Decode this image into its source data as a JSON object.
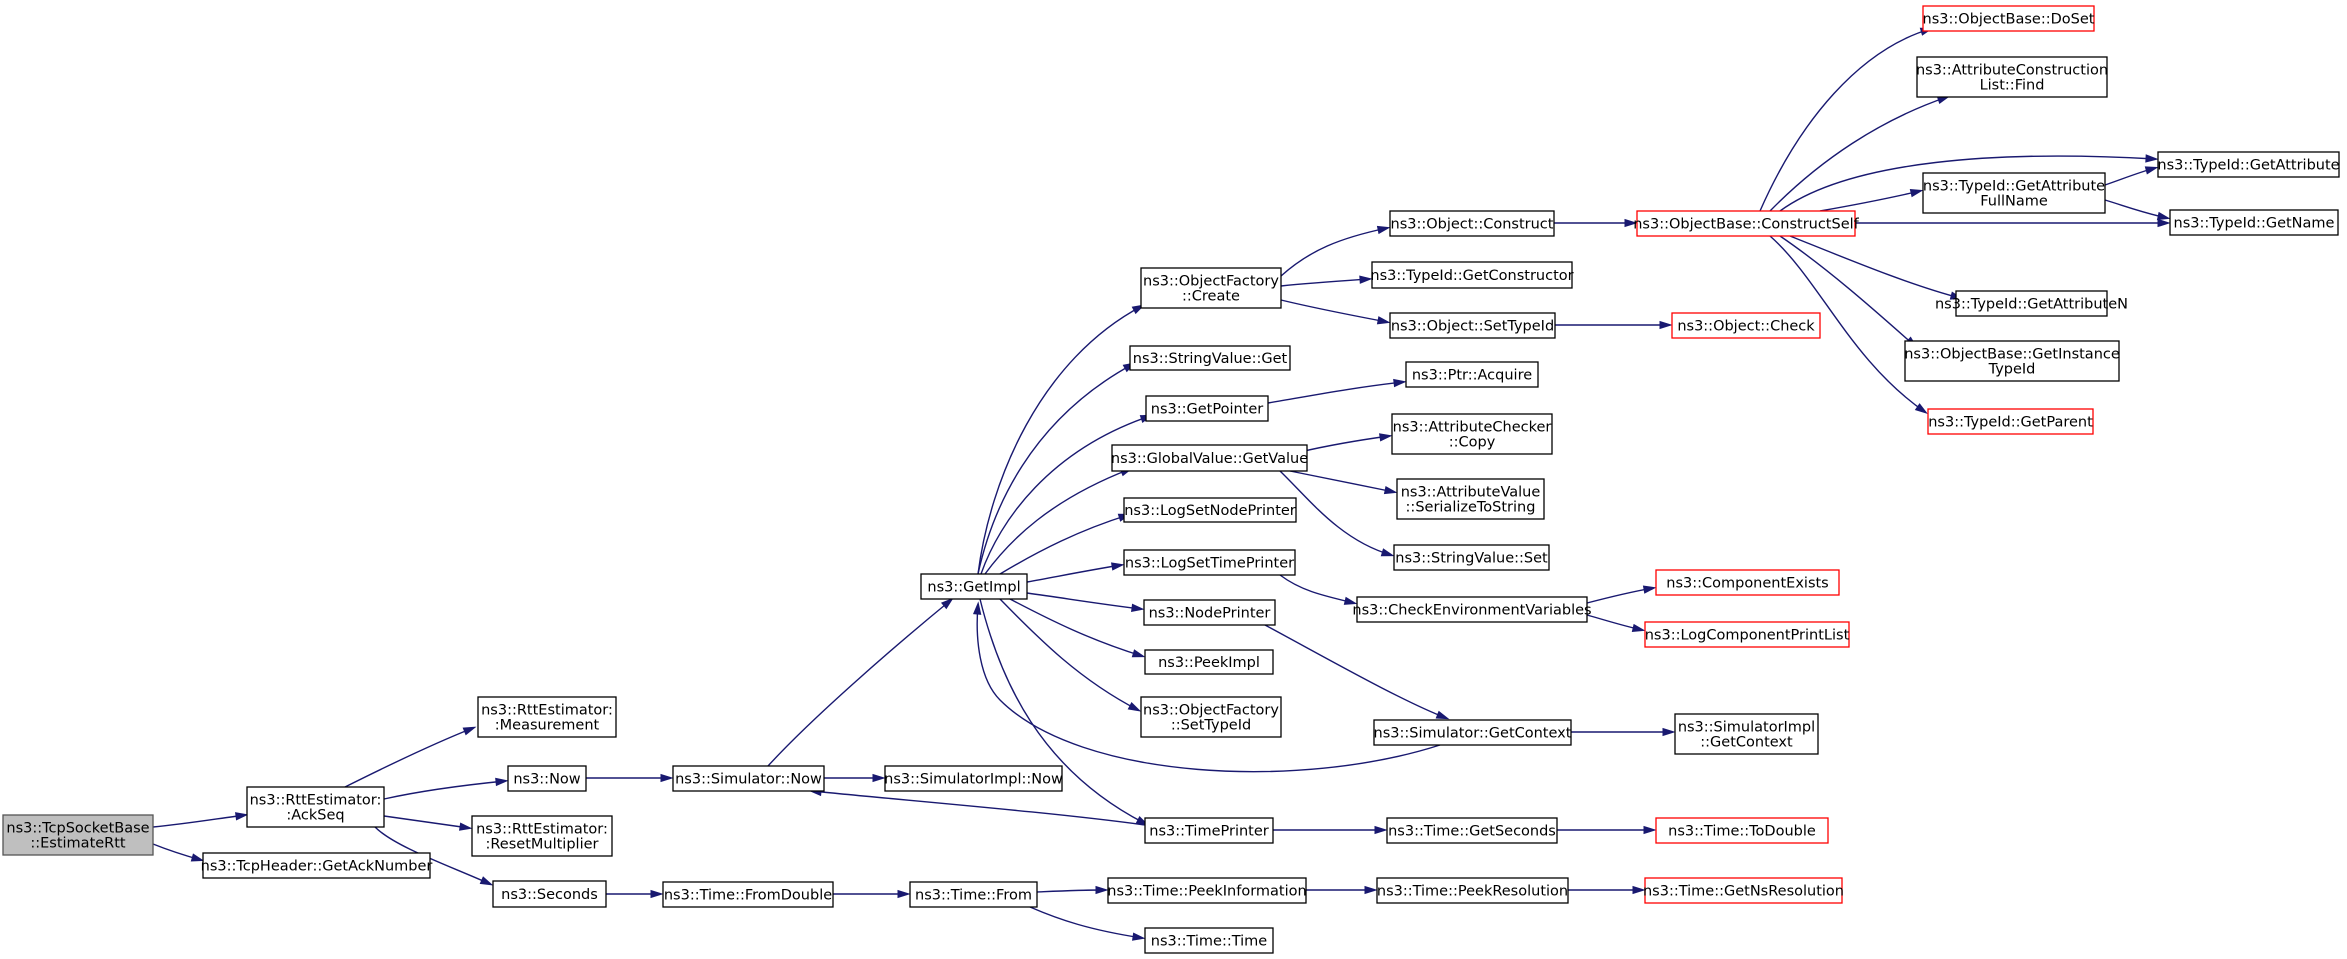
{
  "nodes": [
    {
      "id": "root",
      "lines": [
        "ns3::TcpSocketBase",
        "::EstimateRtt"
      ],
      "kind": "root"
    },
    {
      "id": "ackseq",
      "lines": [
        "ns3::RttEstimator:",
        ":AckSeq"
      ]
    },
    {
      "id": "tcphdr",
      "lines": [
        "ns3::TcpHeader::GetAckNumber"
      ]
    },
    {
      "id": "meas",
      "lines": [
        "ns3::RttEstimator:",
        ":Measurement"
      ]
    },
    {
      "id": "now",
      "lines": [
        "ns3::Now"
      ]
    },
    {
      "id": "resetmul",
      "lines": [
        "ns3::RttEstimator:",
        ":ResetMultiplier"
      ]
    },
    {
      "id": "seconds",
      "lines": [
        "ns3::Seconds"
      ]
    },
    {
      "id": "simnow",
      "lines": [
        "ns3::Simulator::Now"
      ]
    },
    {
      "id": "fromdouble",
      "lines": [
        "ns3::Time::FromDouble"
      ]
    },
    {
      "id": "simimplnow",
      "lines": [
        "ns3::SimulatorImpl::Now"
      ]
    },
    {
      "id": "getimpl",
      "lines": [
        "ns3::GetImpl"
      ]
    },
    {
      "id": "timefrom",
      "lines": [
        "ns3::Time::From"
      ]
    },
    {
      "id": "ofcreate",
      "lines": [
        "ns3::ObjectFactory",
        "::Create"
      ]
    },
    {
      "id": "svget",
      "lines": [
        "ns3::StringValue::Get"
      ]
    },
    {
      "id": "getpointer",
      "lines": [
        "ns3::GetPointer"
      ]
    },
    {
      "id": "gvgetvalue",
      "lines": [
        "ns3::GlobalValue::GetValue"
      ]
    },
    {
      "id": "logsetnode",
      "lines": [
        "ns3::LogSetNodePrinter"
      ]
    },
    {
      "id": "logsettime",
      "lines": [
        "ns3::LogSetTimePrinter"
      ]
    },
    {
      "id": "nodeprinter",
      "lines": [
        "ns3::NodePrinter"
      ]
    },
    {
      "id": "peekimpl",
      "lines": [
        "ns3::PeekImpl"
      ]
    },
    {
      "id": "ofsettypeid",
      "lines": [
        "ns3::ObjectFactory",
        "::SetTypeId"
      ]
    },
    {
      "id": "timeprinter",
      "lines": [
        "ns3::TimePrinter"
      ]
    },
    {
      "id": "peekinfo",
      "lines": [
        "ns3::Time::PeekInformation"
      ]
    },
    {
      "id": "timetime",
      "lines": [
        "ns3::Time::Time"
      ]
    },
    {
      "id": "objconstruct",
      "lines": [
        "ns3::Object::Construct"
      ]
    },
    {
      "id": "tidgetctor",
      "lines": [
        "ns3::TypeId::GetConstructor"
      ]
    },
    {
      "id": "objsettypeid",
      "lines": [
        "ns3::Object::SetTypeId"
      ]
    },
    {
      "id": "ptracquire",
      "lines": [
        "ns3::Ptr::Acquire"
      ]
    },
    {
      "id": "acheckcopy",
      "lines": [
        "ns3::AttributeChecker",
        "::Copy"
      ]
    },
    {
      "id": "avserialize",
      "lines": [
        "ns3::AttributeValue",
        "::SerializeToString"
      ]
    },
    {
      "id": "svset",
      "lines": [
        "ns3::StringValue::Set"
      ]
    },
    {
      "id": "checkenv",
      "lines": [
        "ns3::CheckEnvironmentVariables"
      ]
    },
    {
      "id": "simgetctx",
      "lines": [
        "ns3::Simulator::GetContext"
      ]
    },
    {
      "id": "timegetsec",
      "lines": [
        "ns3::Time::GetSeconds"
      ]
    },
    {
      "id": "peekres",
      "lines": [
        "ns3::Time::PeekResolution"
      ]
    },
    {
      "id": "obconstructself",
      "lines": [
        "ns3::ObjectBase::ConstructSelf"
      ],
      "kind": "red"
    },
    {
      "id": "objcheck",
      "lines": [
        "ns3::Object::Check"
      ],
      "kind": "red"
    },
    {
      "id": "compexists",
      "lines": [
        "ns3::ComponentExists"
      ],
      "kind": "red"
    },
    {
      "id": "logcompprint",
      "lines": [
        "ns3::LogComponentPrintList"
      ],
      "kind": "red"
    },
    {
      "id": "simimplgetctx",
      "lines": [
        "ns3::SimulatorImpl",
        "::GetContext"
      ]
    },
    {
      "id": "todouble",
      "lines": [
        "ns3::Time::ToDouble"
      ],
      "kind": "red"
    },
    {
      "id": "getnsres",
      "lines": [
        "ns3::Time::GetNsResolution"
      ],
      "kind": "red"
    },
    {
      "id": "obdoset",
      "lines": [
        "ns3::ObjectBase::DoSet"
      ],
      "kind": "red"
    },
    {
      "id": "acfind",
      "lines": [
        "ns3::AttributeConstruction",
        "List::Find"
      ]
    },
    {
      "id": "tidgetattr",
      "lines": [
        "ns3::TypeId::GetAttribute"
      ]
    },
    {
      "id": "tidgetattrfull",
      "lines": [
        "ns3::TypeId::GetAttribute",
        "FullName"
      ]
    },
    {
      "id": "tidgetname",
      "lines": [
        "ns3::TypeId::GetName"
      ]
    },
    {
      "id": "tidgetattrn",
      "lines": [
        "ns3::TypeId::GetAttributeN"
      ]
    },
    {
      "id": "obgetinst",
      "lines": [
        "ns3::ObjectBase::GetInstance",
        "TypeId"
      ]
    },
    {
      "id": "tidgetparent",
      "lines": [
        "ns3::TypeId::GetParent"
      ],
      "kind": "red"
    }
  ],
  "edges": [
    [
      "root",
      "ackseq"
    ],
    [
      "root",
      "tcphdr"
    ],
    [
      "ackseq",
      "meas"
    ],
    [
      "ackseq",
      "now"
    ],
    [
      "ackseq",
      "resetmul"
    ],
    [
      "ackseq",
      "seconds"
    ],
    [
      "now",
      "simnow"
    ],
    [
      "seconds",
      "fromdouble"
    ],
    [
      "simnow",
      "getimpl"
    ],
    [
      "simnow",
      "simimplnow"
    ],
    [
      "fromdouble",
      "timefrom"
    ],
    [
      "getimpl",
      "ofcreate"
    ],
    [
      "getimpl",
      "svget"
    ],
    [
      "getimpl",
      "getpointer"
    ],
    [
      "getimpl",
      "gvgetvalue"
    ],
    [
      "getimpl",
      "logsetnode"
    ],
    [
      "getimpl",
      "logsettime"
    ],
    [
      "getimpl",
      "nodeprinter"
    ],
    [
      "getimpl",
      "peekimpl"
    ],
    [
      "getimpl",
      "ofsettypeid"
    ],
    [
      "getimpl",
      "timeprinter"
    ],
    [
      "timefrom",
      "peekinfo"
    ],
    [
      "timefrom",
      "timetime"
    ],
    [
      "ofcreate",
      "objconstruct"
    ],
    [
      "ofcreate",
      "tidgetctor"
    ],
    [
      "ofcreate",
      "objsettypeid"
    ],
    [
      "getpointer",
      "ptracquire"
    ],
    [
      "gvgetvalue",
      "acheckcopy"
    ],
    [
      "gvgetvalue",
      "avserialize"
    ],
    [
      "gvgetvalue",
      "svset"
    ],
    [
      "logsettime",
      "checkenv"
    ],
    [
      "nodeprinter",
      "simgetctx"
    ],
    [
      "timeprinter",
      "simnow"
    ],
    [
      "timeprinter",
      "timegetsec"
    ],
    [
      "peekinfo",
      "peekres"
    ],
    [
      "objconstruct",
      "obconstructself"
    ],
    [
      "objsettypeid",
      "objcheck"
    ],
    [
      "checkenv",
      "compexists"
    ],
    [
      "checkenv",
      "logcompprint"
    ],
    [
      "simgetctx",
      "getimpl"
    ],
    [
      "simgetctx",
      "simimplgetctx"
    ],
    [
      "timegetsec",
      "todouble"
    ],
    [
      "peekres",
      "getnsres"
    ],
    [
      "obconstructself",
      "obdoset"
    ],
    [
      "obconstructself",
      "acfind"
    ],
    [
      "obconstructself",
      "tidgetattr"
    ],
    [
      "obconstructself",
      "tidgetattrfull"
    ],
    [
      "obconstructself",
      "tidgetname"
    ],
    [
      "obconstructself",
      "tidgetattrn"
    ],
    [
      "obconstructself",
      "obgetinst"
    ],
    [
      "obconstructself",
      "tidgetparent"
    ],
    [
      "tidgetattrfull",
      "tidgetattr"
    ],
    [
      "tidgetattrfull",
      "tidgetname"
    ]
  ]
}
